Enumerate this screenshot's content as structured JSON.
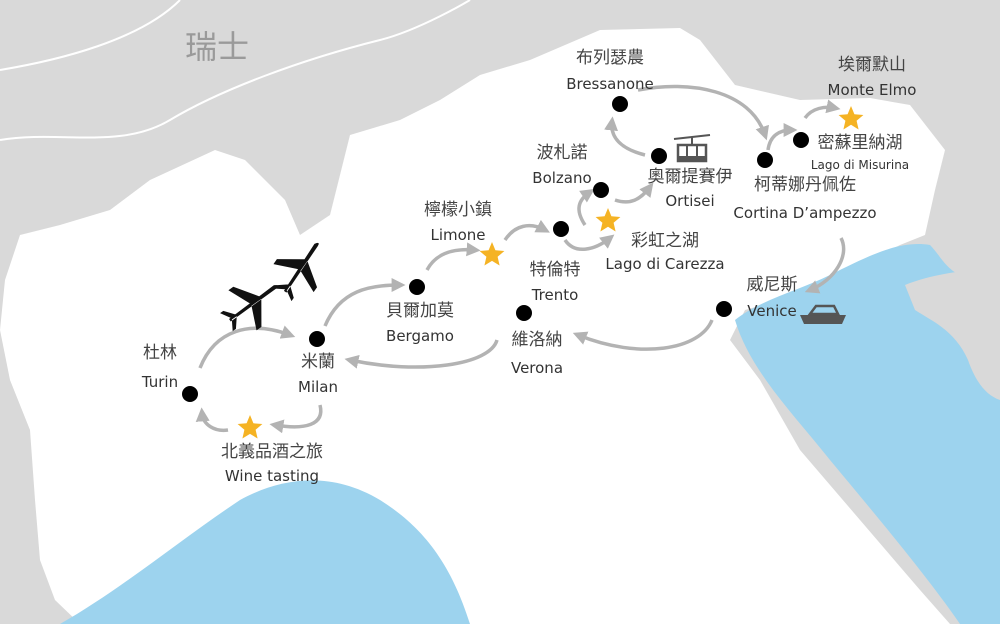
{
  "country_label": "瑞士",
  "colors": {
    "land": "#ffffff",
    "neighbor": "#d9d9d9",
    "sea": "#9dd3ee",
    "star": "#f5b324",
    "route": "#b3b3b3",
    "stop": "#000000"
  },
  "stops": [
    {
      "zh": "杜林",
      "en": "Turin",
      "type": "city"
    },
    {
      "zh": "米蘭",
      "en": "Milan",
      "type": "city"
    },
    {
      "zh": "北義品酒之旅",
      "en": "Wine tasting",
      "type": "highlight"
    },
    {
      "zh": "貝爾加莫",
      "en": "Bergamo",
      "type": "city"
    },
    {
      "zh": "檸檬小鎮",
      "en": "Limone",
      "type": "highlight"
    },
    {
      "zh": "特倫特",
      "en": "Trento",
      "type": "city"
    },
    {
      "zh": "彩虹之湖",
      "en": "Lago di Carezza",
      "type": "highlight"
    },
    {
      "zh": "波札諾",
      "en": "Bolzano",
      "type": "city"
    },
    {
      "zh": "奧爾提賽伊",
      "en": "Ortisei",
      "type": "city"
    },
    {
      "zh": "布列瑟農",
      "en": "Bressanone",
      "type": "city"
    },
    {
      "zh": "柯蒂娜丹佩佐",
      "en": "Cortina D’ampezzo",
      "type": "city"
    },
    {
      "zh": "密蘇里納湖",
      "en": "Lago di Misurina",
      "type": "city"
    },
    {
      "zh": "埃爾默山",
      "en": "Monte Elmo",
      "type": "highlight"
    },
    {
      "zh": "威尼斯",
      "en": "Venice",
      "type": "city"
    },
    {
      "zh": "維洛納",
      "en": "Verona",
      "type": "city"
    }
  ],
  "icons": [
    "airplane-icon",
    "airplane-icon",
    "cable-car-icon",
    "boat-icon"
  ]
}
